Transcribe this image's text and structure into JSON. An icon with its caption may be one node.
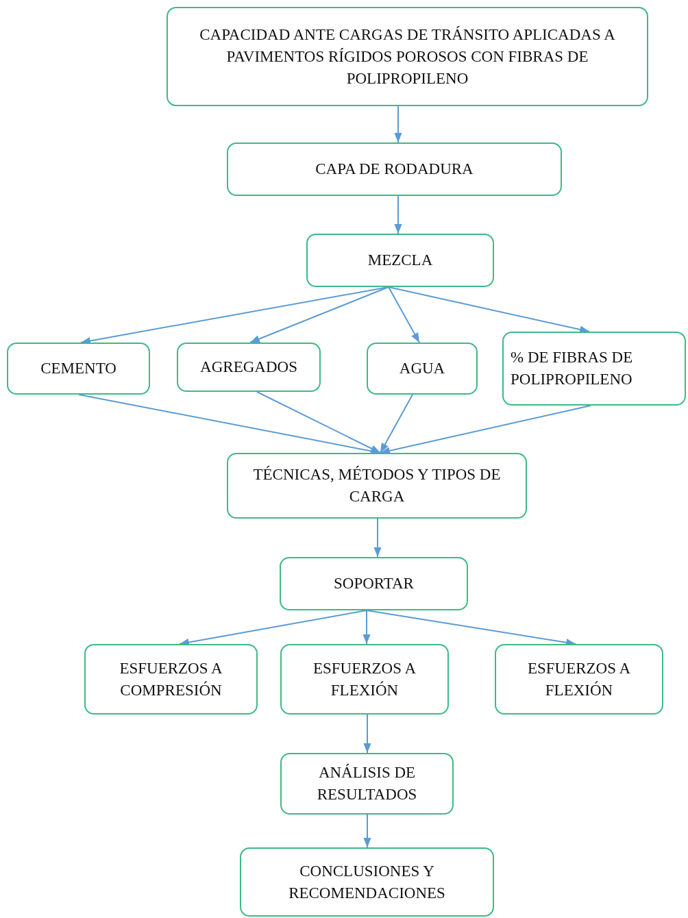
{
  "diagram": {
    "nodes": [
      {
        "text": [
          "CAPACIDAD ANTE CARGAS DE TRÁNSITO APLICADAS A PAVIMENTOS RÍGIDOS POROSOS CON FIBRAS DE POLIPROPILENO"
        ]
      },
      {
        "text": [
          "CAPA DE RODADURA"
        ]
      },
      {
        "text": [
          "MEZCLA"
        ]
      },
      {
        "text": [
          "CEMENTO"
        ]
      },
      {
        "text": [
          "AGREGADOS"
        ]
      },
      {
        "text": [
          "AGUA"
        ]
      },
      {
        "text": [
          "% DE FIBRAS DE POLIPROPILENO"
        ]
      },
      {
        "text": [
          "TÉCNICAS, MÉTODOS Y TIPOS DE CARGA"
        ]
      },
      {
        "text": [
          "SOPORTAR"
        ]
      },
      {
        "text": [
          "ESFUERZOS A COMPRESIÓN"
        ]
      },
      {
        "text": [
          "ESFUERZOS A FLEXIÓN"
        ]
      },
      {
        "text": [
          "ESFUERZOS A FLEXIÓN"
        ]
      },
      {
        "text": [
          "ANÁLISIS DE RESULTADOS"
        ]
      },
      {
        "text": [
          "CONCLUSIONES Y RECOMENDACIONES"
        ]
      }
    ],
    "edges": [
      {
        "from": 0,
        "to": 1,
        "arrow": "to"
      },
      {
        "from": 1,
        "to": 2,
        "arrow": "to"
      },
      {
        "from": 2,
        "to": 3,
        "arrow": "to"
      },
      {
        "from": 2,
        "to": 4,
        "arrow": "to"
      },
      {
        "from": 2,
        "to": 5,
        "arrow": "to"
      },
      {
        "from": 2,
        "to": 6,
        "arrow": "to"
      },
      {
        "from": 3,
        "to": 7,
        "arrow": "to"
      },
      {
        "from": 4,
        "to": 7,
        "arrow": "to"
      },
      {
        "from": 5,
        "to": 7,
        "arrow": "to"
      },
      {
        "from": 6,
        "to": 7,
        "arrow": "to"
      },
      {
        "from": 7,
        "to": 8,
        "arrow": "to"
      },
      {
        "from": 8,
        "to": 9,
        "arrow": "to"
      },
      {
        "from": 8,
        "to": 10,
        "arrow": "to"
      },
      {
        "from": 8,
        "to": 11,
        "arrow": "to"
      },
      {
        "from": 10,
        "to": 12,
        "arrow": "to"
      },
      {
        "from": 12,
        "to": 13,
        "arrow": "to"
      }
    ]
  }
}
